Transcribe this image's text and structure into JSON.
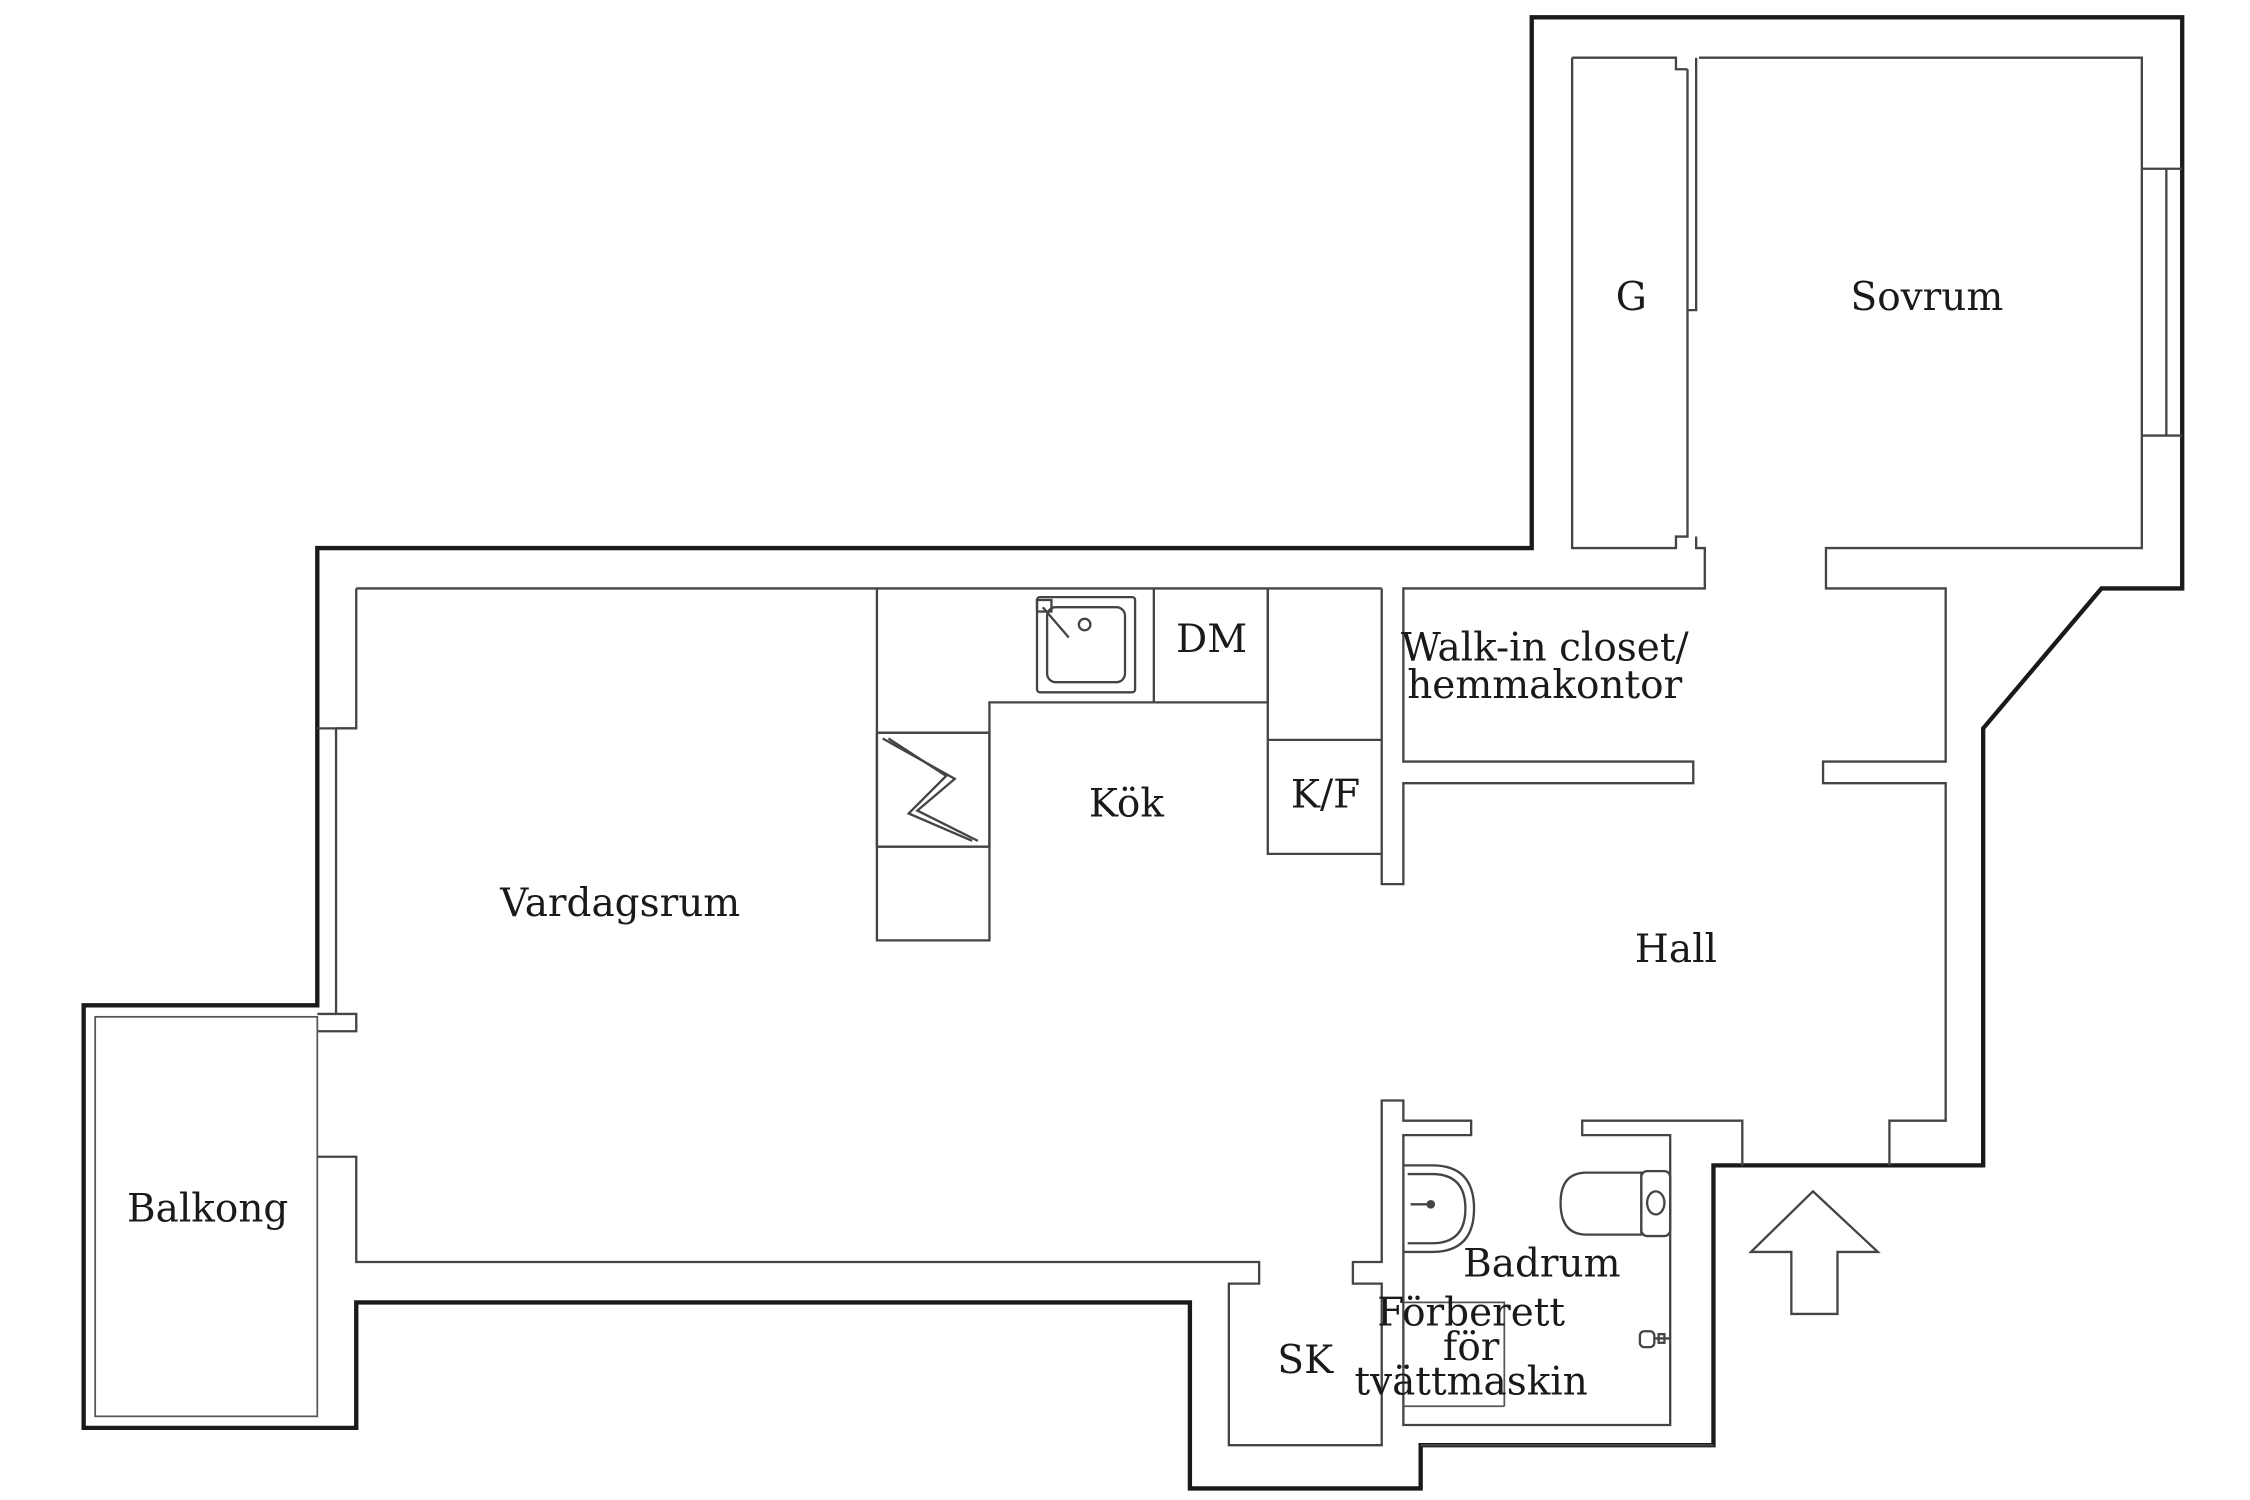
{
  "plan": {
    "rooms": {
      "wardrobe": "G",
      "bedroom": "Sovrum",
      "dishwasher": "DM",
      "walkin_line1": "Walk-in closet/",
      "walkin_line2": "hemmakontor",
      "fridge": "K/F",
      "kitchen": "Kök",
      "living": "Vardagsrum",
      "hall": "Hall",
      "balcony": "Balkong",
      "bathroom": "Badrum",
      "laundry_line1": "Förberett",
      "laundry_line2": "för",
      "laundry_line3": "tvättmaskin",
      "storage": "SK"
    },
    "icons": {
      "entrance": "entrance-arrow-icon",
      "sink": "sink-icon",
      "stove": "stove-icon",
      "washbasin": "washbasin-icon",
      "toilet": "toilet-icon",
      "faucet": "faucet-icon"
    },
    "colors": {
      "outer_wall": "#1a1a1a",
      "inner_wall": "#444444",
      "background": "#ffffff"
    }
  }
}
